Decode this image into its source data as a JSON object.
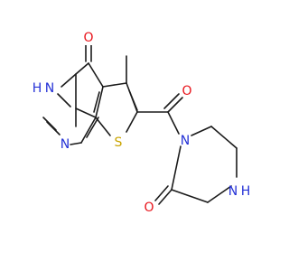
{
  "colors": {
    "bond": "#1a1a1a",
    "oxygen": "#e8131a",
    "nitrogen": "#2431d6",
    "sulfur": "#c9a400",
    "background": "#ffffff"
  },
  "atoms": {
    "o_carbonyl_top": "O",
    "nh_pyrimidine": "H",
    "n_pyrimidine_nh": "N",
    "n_pyrimidine": "N",
    "s_thiophene": "S",
    "o_amide": "O",
    "n_piperazine": "N",
    "o_piperazinone": "O",
    "n_piperazine_nh": "N",
    "nh_piperazine": "H"
  }
}
